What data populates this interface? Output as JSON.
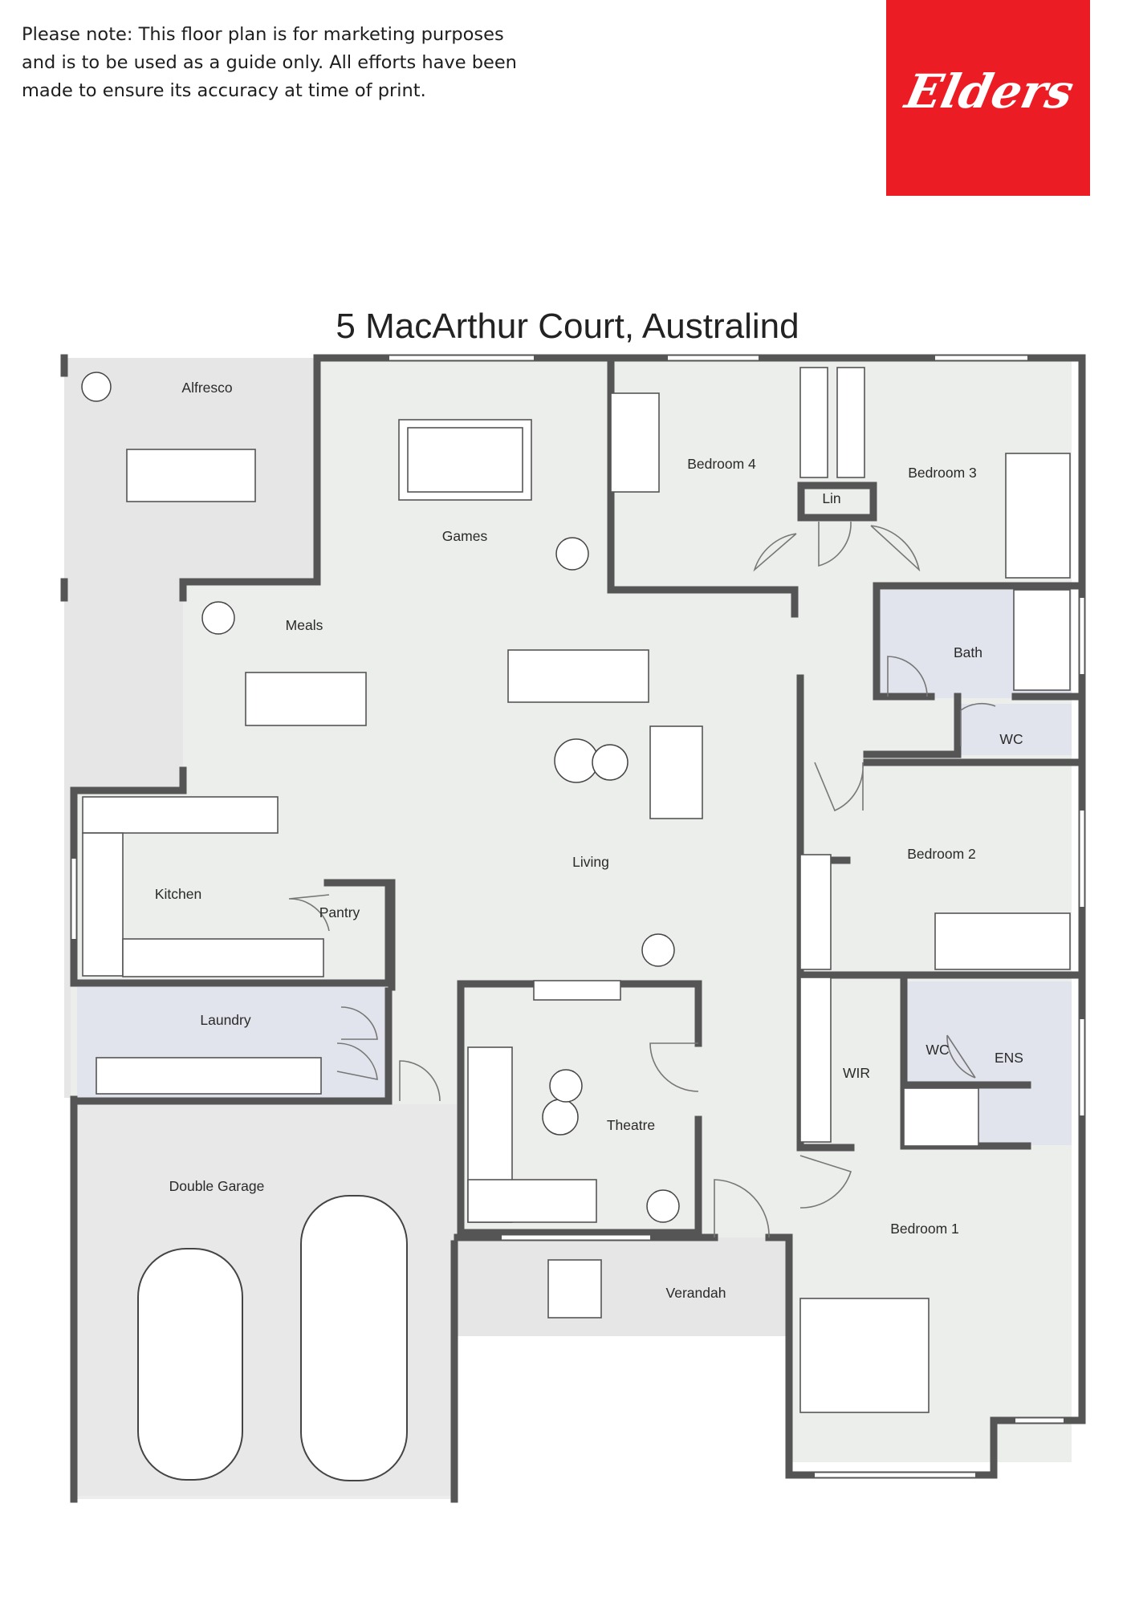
{
  "disclaimer": [
    "Please note: This floor plan is for marketing purposes",
    "and is to be used as a guide only. All efforts have been",
    "made to ensure its accuracy at time of print."
  ],
  "logo": {
    "text": "Elders",
    "bg_color": "#ec1c24"
  },
  "title": "5 MacArthur Court, Australind",
  "rooms": {
    "alfresco": "Alfresco",
    "games": "Games",
    "bedroom4": "Bedroom 4",
    "bedroom3": "Bedroom 3",
    "lin": "Lin",
    "meals": "Meals",
    "bath": "Bath",
    "wc_upper": "WC",
    "living": "Living",
    "bedroom2": "Bedroom 2",
    "kitchen": "Kitchen",
    "pantry": "Pantry",
    "laundry": "Laundry",
    "wir": "WIR",
    "wc_lower": "WC",
    "ens": "ENS",
    "theatre": "Theatre",
    "double_garage": "Double Garage",
    "bedroom1": "Bedroom 1",
    "verandah": "Verandah"
  },
  "colors": {
    "wall": "#555555",
    "floor": "#eceeeb",
    "wet_area": "#e1e4ec",
    "outdoor": "#e6e6e6",
    "accent": "#ec1c24"
  }
}
